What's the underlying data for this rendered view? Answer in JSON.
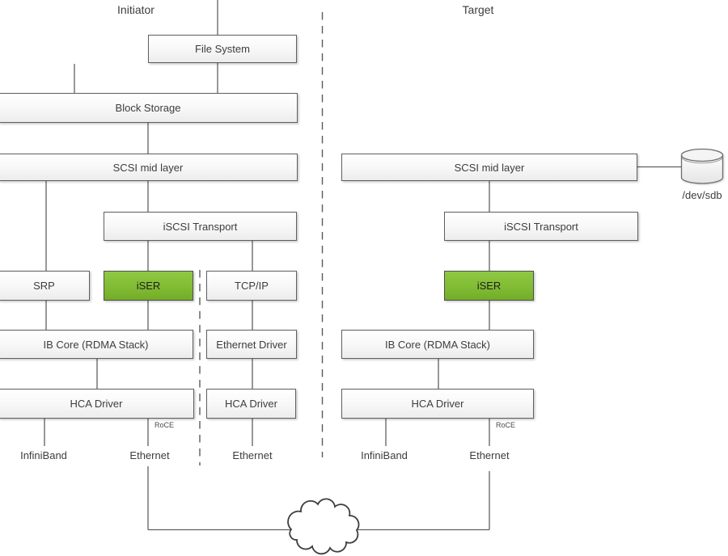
{
  "diagram": {
    "headers": {
      "initiator": "Initiator",
      "target": "Target"
    },
    "nodes": [
      {
        "id": "file-system",
        "label": "File System",
        "side": "initiator"
      },
      {
        "id": "block-storage",
        "label": "Block Storage",
        "side": "initiator"
      },
      {
        "id": "scsi-mid-initiator",
        "label": "SCSI mid layer",
        "side": "initiator"
      },
      {
        "id": "iscsi-transport-initiator",
        "label": "iSCSI Transport",
        "side": "initiator"
      },
      {
        "id": "srp",
        "label": "SRP",
        "side": "initiator"
      },
      {
        "id": "iser-initiator",
        "label": "iSER",
        "side": "initiator",
        "highlight": true
      },
      {
        "id": "tcp-ip",
        "label": "TCP/IP",
        "side": "initiator"
      },
      {
        "id": "ib-core-initiator",
        "label": "IB Core (RDMA Stack)",
        "side": "initiator"
      },
      {
        "id": "ethernet-driver",
        "label": "Ethernet Driver",
        "side": "initiator"
      },
      {
        "id": "hca-driver-initiator-ib",
        "label": "HCA Driver",
        "side": "initiator"
      },
      {
        "id": "hca-driver-initiator-eth",
        "label": "HCA Driver",
        "side": "initiator"
      },
      {
        "id": "scsi-mid-target",
        "label": "SCSI mid layer",
        "side": "target"
      },
      {
        "id": "iscsi-transport-target",
        "label": "iSCSI Transport",
        "side": "target"
      },
      {
        "id": "iser-target",
        "label": "iSER",
        "side": "target",
        "highlight": true
      },
      {
        "id": "ib-core-target",
        "label": "IB Core (RDMA Stack)",
        "side": "target"
      },
      {
        "id": "hca-driver-target",
        "label": "HCA Driver",
        "side": "target"
      }
    ],
    "port_labels": {
      "infiniband": "InfiniBand",
      "ethernet": "Ethernet",
      "roce": "RoCE"
    },
    "storage_device": {
      "label": "/dev/sdb"
    },
    "edges": [
      {
        "from": "file-system",
        "to": "block-storage"
      },
      {
        "from": "block-storage",
        "to": "scsi-mid-initiator"
      },
      {
        "from": "scsi-mid-initiator",
        "to": "srp"
      },
      {
        "from": "scsi-mid-initiator",
        "to": "iscsi-transport-initiator"
      },
      {
        "from": "iscsi-transport-initiator",
        "to": "iser-initiator"
      },
      {
        "from": "iscsi-transport-initiator",
        "to": "tcp-ip"
      },
      {
        "from": "srp",
        "to": "ib-core-initiator"
      },
      {
        "from": "iser-initiator",
        "to": "ib-core-initiator"
      },
      {
        "from": "tcp-ip",
        "to": "ethernet-driver"
      },
      {
        "from": "ib-core-initiator",
        "to": "hca-driver-initiator-ib"
      },
      {
        "from": "ethernet-driver",
        "to": "hca-driver-initiator-eth"
      },
      {
        "from": "hca-driver-initiator-ib",
        "to": "infiniband"
      },
      {
        "from": "hca-driver-initiator-ib",
        "to": "ethernet-roce"
      },
      {
        "from": "hca-driver-initiator-eth",
        "to": "ethernet"
      },
      {
        "from": "scsi-mid-target",
        "to": "iscsi-transport-target"
      },
      {
        "from": "scsi-mid-target",
        "to": "/dev/sdb"
      },
      {
        "from": "iscsi-transport-target",
        "to": "iser-target"
      },
      {
        "from": "iser-target",
        "to": "ib-core-target"
      },
      {
        "from": "ib-core-target",
        "to": "hca-driver-target"
      },
      {
        "from": "hca-driver-target",
        "to": "infiniband"
      },
      {
        "from": "hca-driver-target",
        "to": "ethernet-roce"
      },
      {
        "from": "ethernet-initiator",
        "to": "network-cloud"
      },
      {
        "from": "ethernet-target",
        "to": "network-cloud"
      }
    ],
    "colors": {
      "highlight_green_top": "#90c845",
      "highlight_green_bottom": "#74ad29",
      "box_fill_top": "#ffffff",
      "box_fill_bottom": "#ececec",
      "box_border": "#5f5f5f",
      "line": "#606060"
    }
  }
}
